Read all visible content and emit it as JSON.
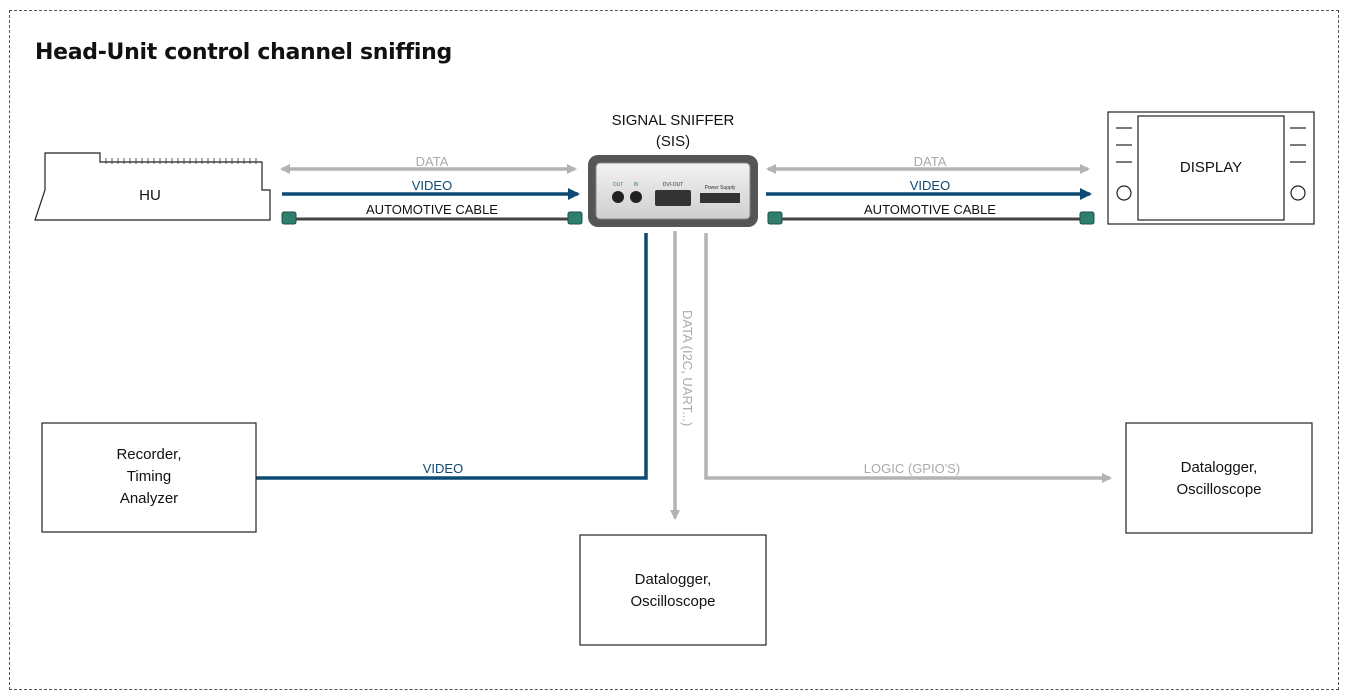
{
  "title": "Head-Unit control channel sniffing",
  "sniffer": {
    "line1": "SIGNAL SNIFFER",
    "line2": "(SIS)",
    "panel_out": "OUT",
    "panel_in": "IN",
    "panel_dvi": "DVI-OUT",
    "panel_power": "Power Supply"
  },
  "hu": {
    "label": "HU"
  },
  "display": {
    "label": "DISPLAY"
  },
  "links": {
    "left_data": "DATA",
    "left_video": "VIDEO",
    "left_cable": "AUTOMOTIVE CABLE",
    "right_data": "DATA",
    "right_video": "VIDEO",
    "right_cable": "AUTOMOTIVE CABLE",
    "down_video": "VIDEO",
    "down_data": "DATA (I2C, UART...)",
    "down_logic": "LOGIC (GPIO'S)"
  },
  "recorder": {
    "line1": "Recorder,",
    "line2": "Timing",
    "line3": "Analyzer"
  },
  "datalogger_bottom": {
    "line1": "Datalogger,",
    "line2": "Oscilloscope"
  },
  "datalogger_right": {
    "line1": "Datalogger,",
    "line2": "Oscilloscope"
  },
  "colors": {
    "video": "#0d4a73",
    "data": "#b3b3b3",
    "cable": "#444444",
    "connector": "#2f7f6f",
    "text": "#111111",
    "muted_text": "#aaaaaa"
  }
}
